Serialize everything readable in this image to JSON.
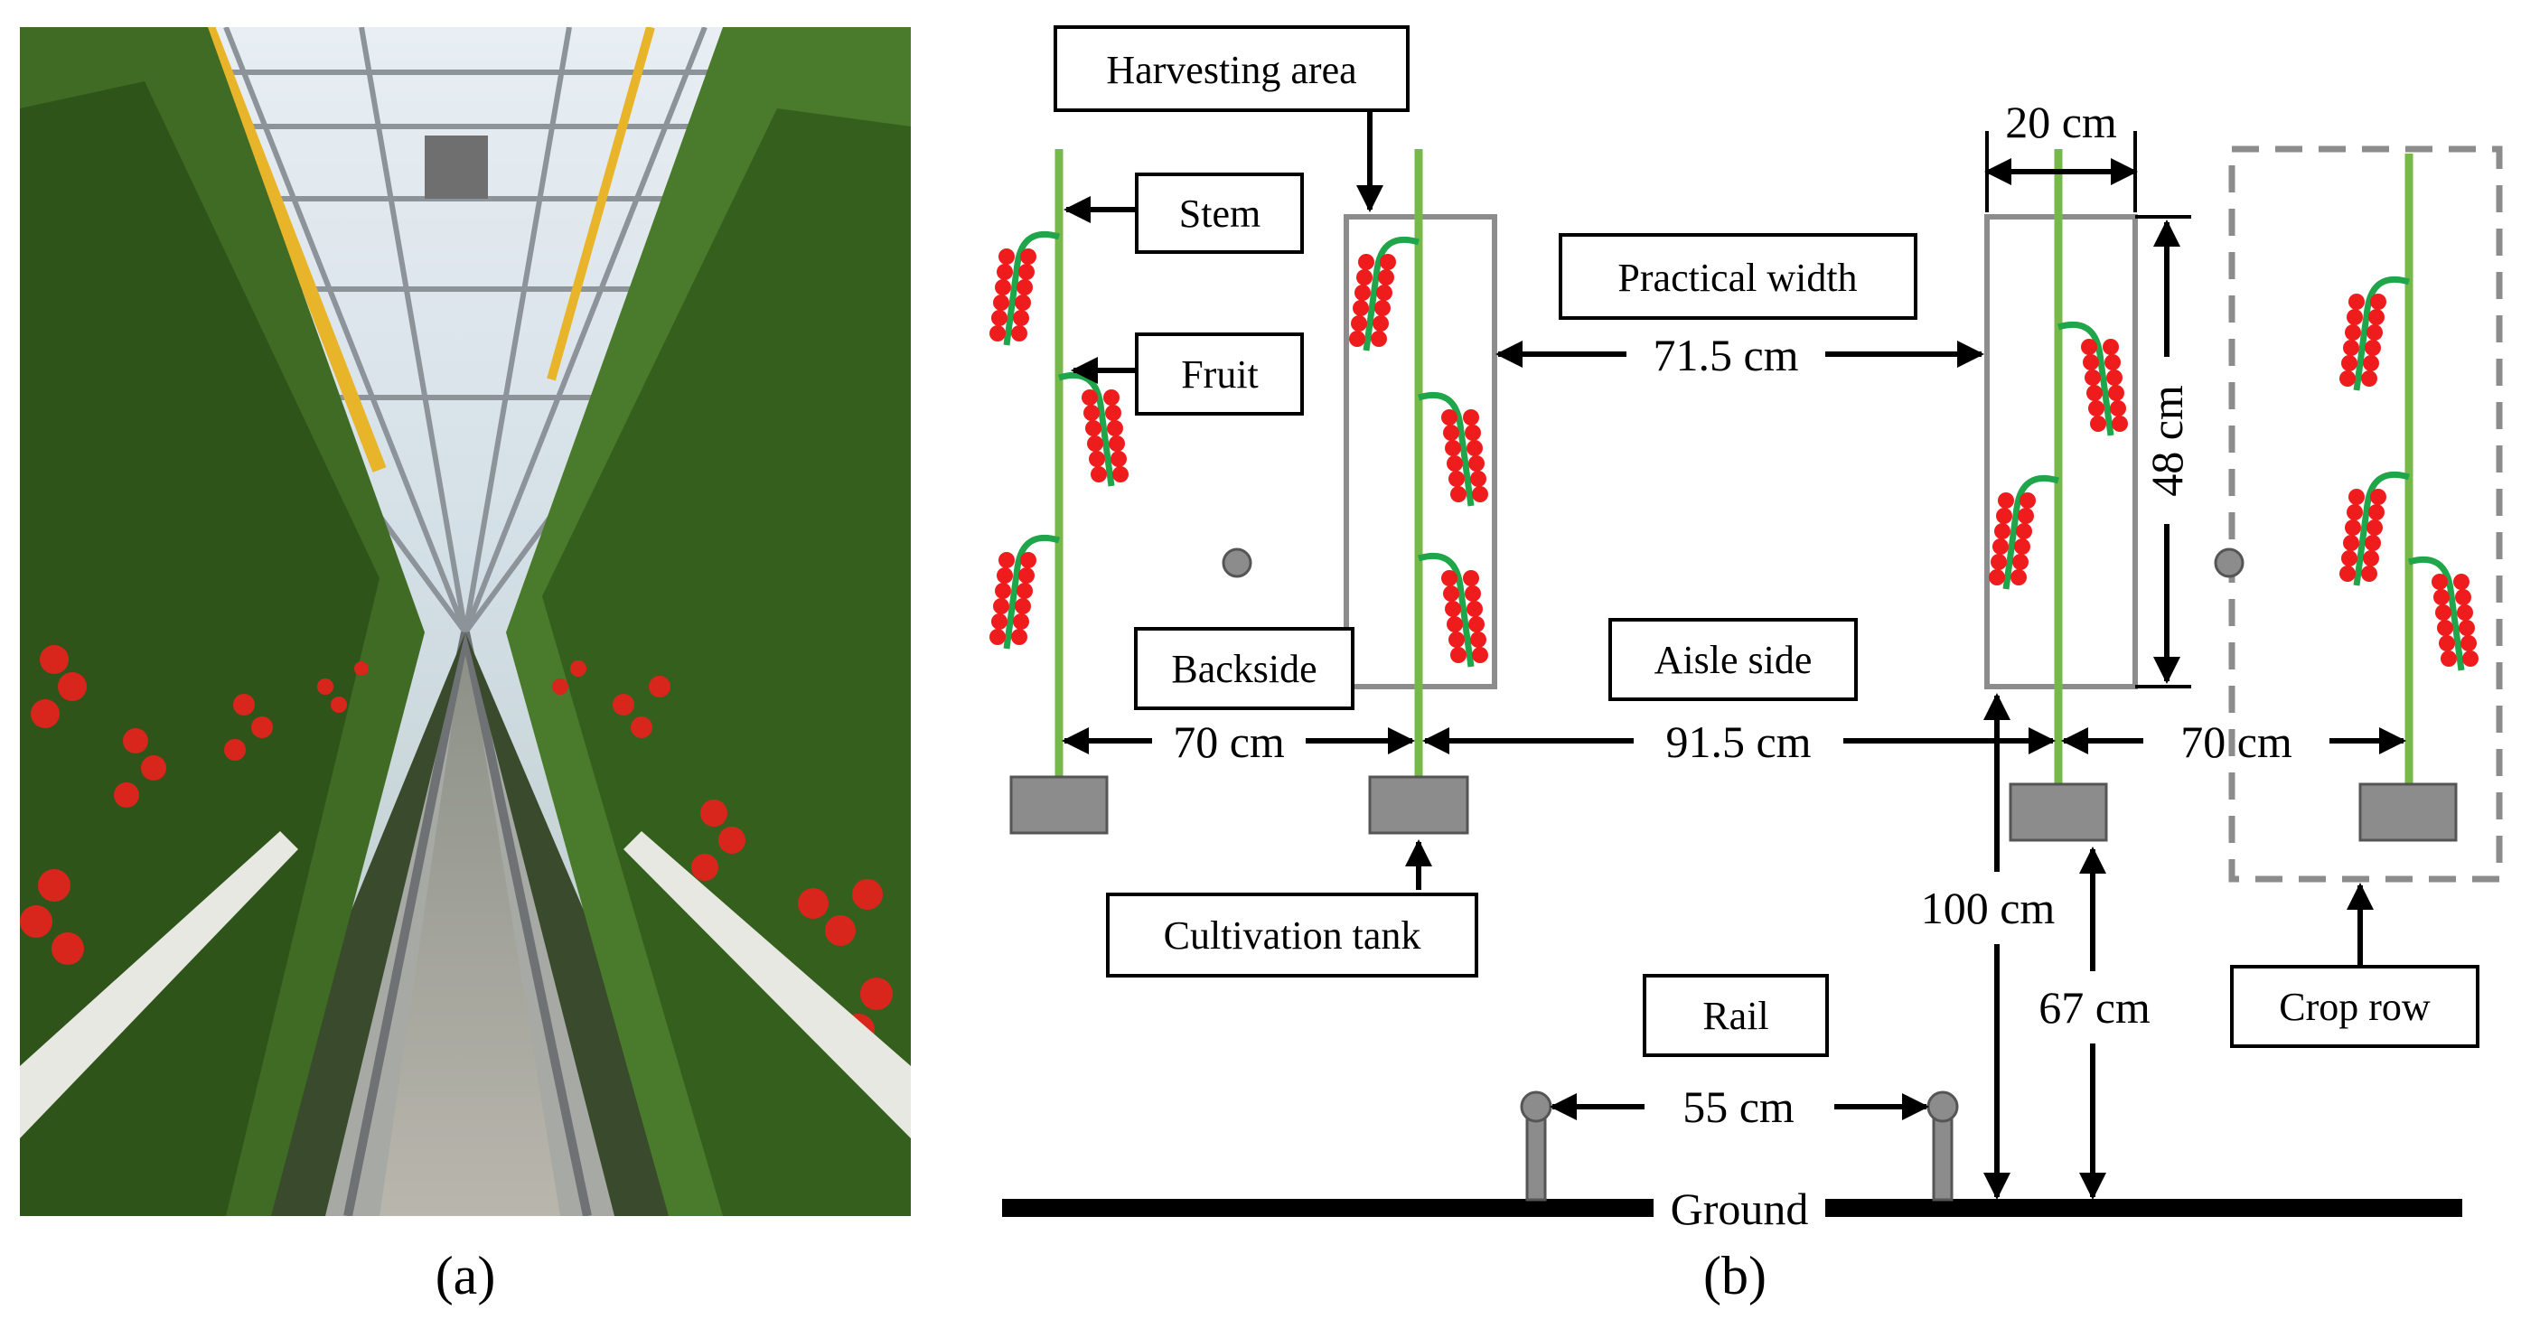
{
  "captions": {
    "a": "(a)",
    "b": "(b)"
  },
  "labels": {
    "harvesting_area": "Harvesting area",
    "stem": "Stem",
    "fruit": "Fruit",
    "practical_width": "Practical width",
    "backside": "Backside",
    "aisle_side": "Aisle side",
    "cultivation_tank": "Cultivation tank",
    "rail": "Rail",
    "crop_row": "Crop row",
    "ground": "Ground"
  },
  "dimensions": {
    "practical_width": "71.5 cm",
    "box_width": "20 cm",
    "box_height": "48 cm",
    "row_spacing_left": "70 cm",
    "aisle_width": "91.5 cm",
    "row_spacing_right": "70 cm",
    "box_bottom_height": "100 cm",
    "tank_height": "67 cm",
    "rail_spacing": "55 cm"
  },
  "colors": {
    "stem": "#77b84a",
    "truss": "#1fa54a",
    "fruit": "#ee1c1c",
    "tank": "#8c8c8c",
    "box_outline": "#8c8c8c",
    "ground": "#000000",
    "sky": "#dbe6ee",
    "foliage": "#3f6b24"
  }
}
